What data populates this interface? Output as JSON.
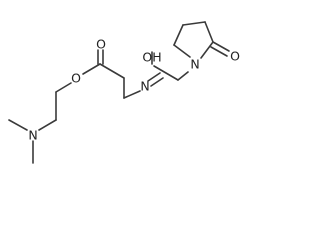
{
  "molecule": {
    "atoms": {
      "ester_oxygen": "O",
      "carbonyl_oxygen_ester": "O",
      "imine_nitrogen": "N",
      "hydroxyl": "OH",
      "ring_nitrogen": "N",
      "ring_carbonyl_oxygen": "O",
      "amine_nitrogen": "N"
    },
    "colors": {
      "bond": "#3a3a3a",
      "label": "#222222",
      "background": "#ffffff"
    }
  }
}
